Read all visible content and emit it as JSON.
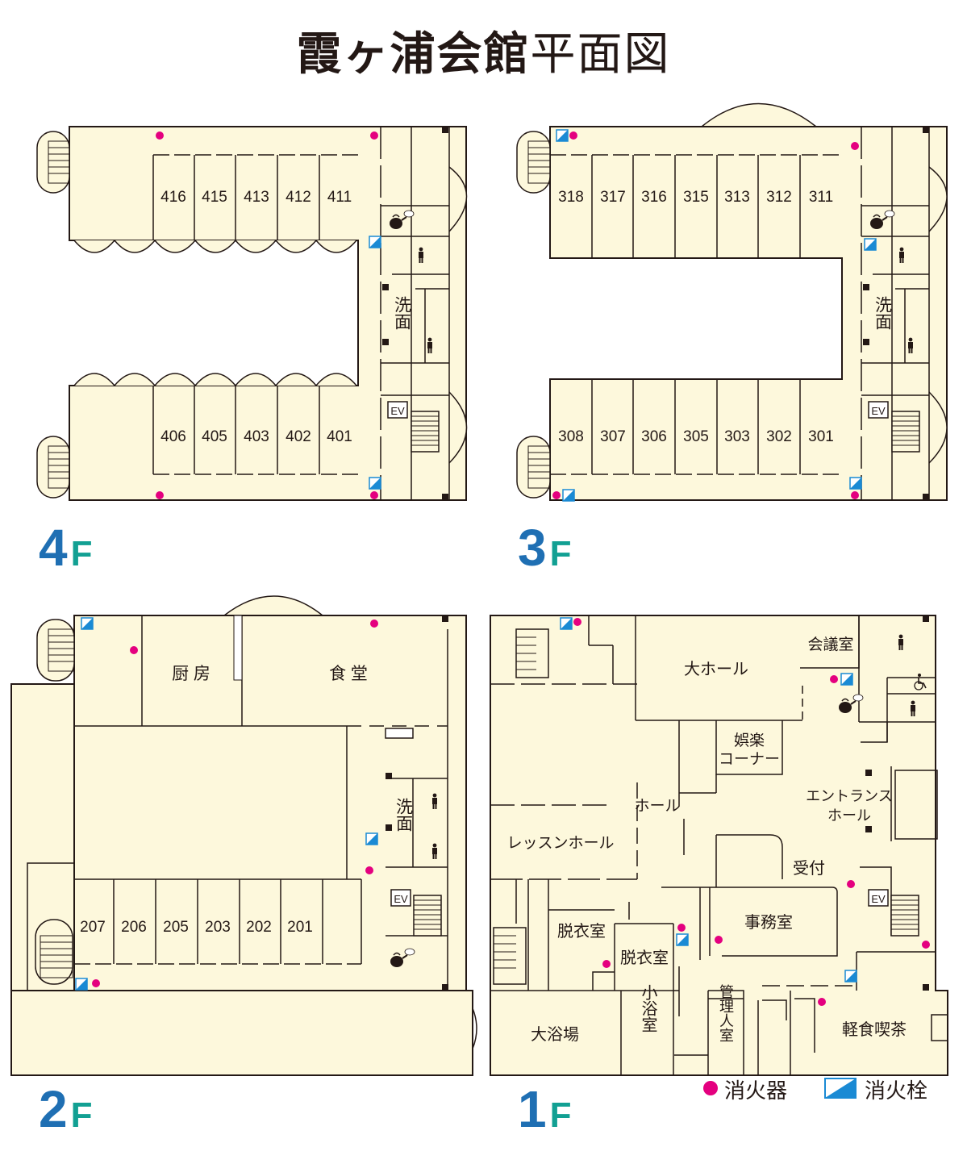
{
  "title": {
    "bold": "霞ヶ浦会館",
    "light": "平面図"
  },
  "floors": {
    "f4": {
      "num": "4",
      "f": "F",
      "rooms_top": [
        "416",
        "415",
        "413",
        "412",
        "411"
      ],
      "rooms_bottom": [
        "406",
        "405",
        "403",
        "402",
        "401"
      ],
      "washroom": "洗面"
    },
    "f3": {
      "num": "3",
      "f": "F",
      "rooms_top": [
        "318",
        "317",
        "316",
        "315",
        "313",
        "312",
        "311"
      ],
      "rooms_bottom": [
        "308",
        "307",
        "306",
        "305",
        "303",
        "302",
        "301"
      ],
      "washroom": "洗面"
    },
    "f2": {
      "num": "2",
      "f": "F",
      "kitchen": "厨 房",
      "dining": "食 堂",
      "washroom": "洗面",
      "rooms": [
        "207",
        "206",
        "205",
        "203",
        "202",
        "201"
      ]
    },
    "f1": {
      "num": "1",
      "f": "F",
      "great_hall": "大ホール",
      "meeting": "会議室",
      "entertainment1": "娯楽",
      "entertainment2": "コーナー",
      "hall": "ホール",
      "entrance1": "エントランス",
      "entrance2": "ホール",
      "lesson": "レッスンホール",
      "reception": "受付",
      "office": "事務室",
      "dressing1": "脱衣室",
      "dressing2": "脱衣室",
      "large_bath": "大浴場",
      "small_bath": "小浴室",
      "manager": "管理人室",
      "cafe": "軽食喫茶"
    }
  },
  "ev_label": "EV",
  "legend": {
    "extinguisher": "消火器",
    "hydrant": "消火栓"
  },
  "colors": {
    "floor_fill": "#fdf8dc",
    "wall": "#231815",
    "extinguisher": "#e4007f",
    "hydrant": "#1a8ad4",
    "floor_num": "#1f6fb3",
    "floor_f": "#12a093"
  }
}
